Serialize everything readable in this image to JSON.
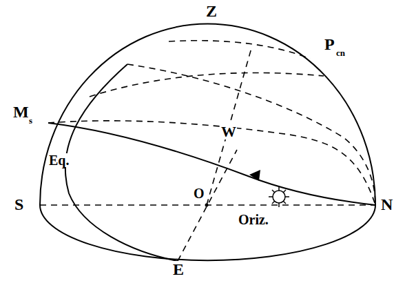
{
  "diagram": {
    "labels": [
      "Z",
      "P",
      "cn",
      "M",
      "s",
      "W",
      "S",
      "Eq.",
      "O",
      "N",
      "Oriz.",
      "E"
    ]
  }
}
